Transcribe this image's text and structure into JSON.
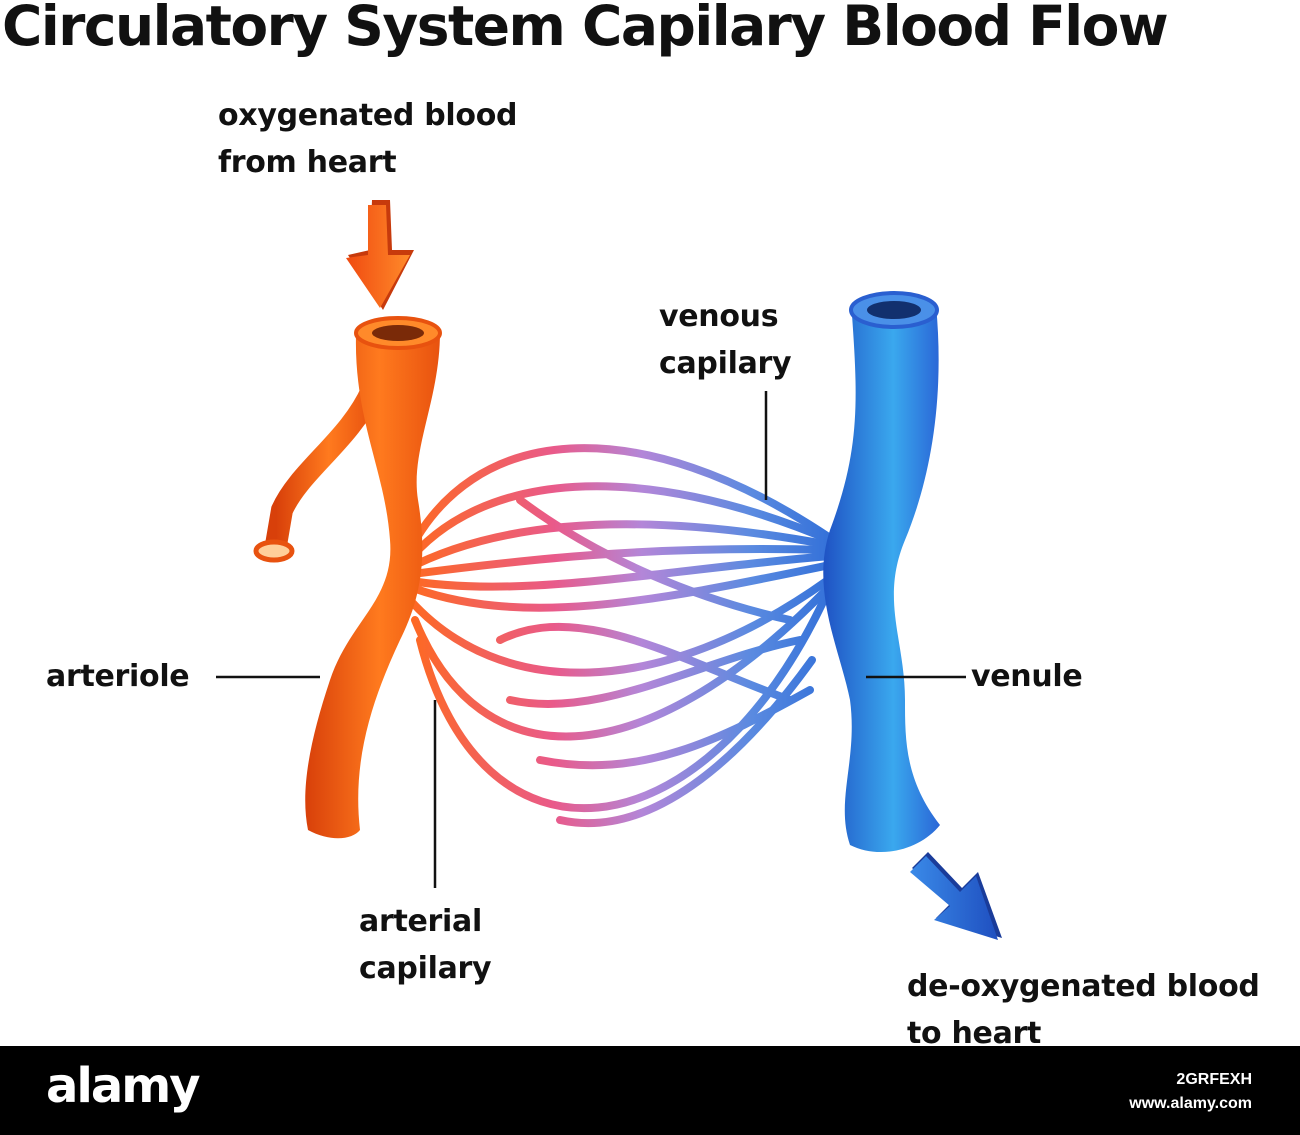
{
  "title": "Circulatory System Capilary Blood Flow",
  "labels": {
    "oxygenated": [
      "oxygenated blood",
      "from heart"
    ],
    "venous_capilary": [
      "venous",
      "capilary"
    ],
    "arteriole": "arteriole",
    "venule": "venule",
    "arterial_capilary": [
      "arterial",
      "capilary"
    ],
    "deoxygenated": [
      "de-oxygenated blood",
      "to heart"
    ]
  },
  "colors": {
    "artery": "#f05a14",
    "artery_light": "#ff9a2e",
    "vein": "#2f6ed8",
    "vein_light": "#3fb0f0",
    "capillary_mid": "#b07ad8"
  },
  "footer": {
    "logo": "alamy",
    "image_id": "2GRFEXH",
    "site": "www.alamy.com"
  }
}
